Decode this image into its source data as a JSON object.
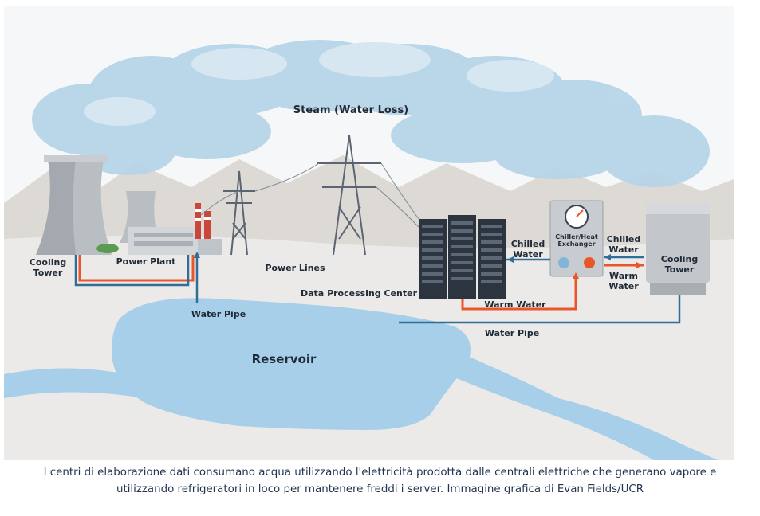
{
  "diagram": {
    "labels": {
      "steam": "Steam (Water Loss)",
      "cooling_tower_left": [
        "Cooling",
        "Tower"
      ],
      "power_plant": "Power Plant",
      "power_lines": "Power Lines",
      "data_processing_center": "Data Processing Center",
      "chilled_water_left": [
        "Chilled",
        "Water"
      ],
      "chiller": [
        "Chiller/Heat",
        "Exchanger"
      ],
      "chilled_water_right": [
        "Chilled",
        "Water"
      ],
      "cooling_tower_right": [
        "Cooling",
        "Tower"
      ],
      "warm_water_right": [
        "Warm",
        "Water"
      ],
      "warm_water_bottom": "Warm Water",
      "water_pipe_left": "Water Pipe",
      "water_pipe_right": "Water Pipe",
      "reservoir": "Reservoir"
    },
    "colors": {
      "sky": "#f6f7f8",
      "steam": "#a9cde3",
      "mountain": "#d9d7d4",
      "ground": "#e9e8e7",
      "reservoir": "#a7cfea",
      "hot_pipe": "#e8562a",
      "cold_pipe": "#2f6e98",
      "tower": "#b9bec3"
    },
    "icons": [
      "cooling-tower-icon",
      "power-plant-icon",
      "transmission-tower-icon",
      "server-rack-icon",
      "chiller-gauge-icon"
    ]
  },
  "caption": {
    "line1": "I centri di elaborazione dati consumano acqua utilizzando l'elettricità prodotta dalle centrali elettriche che generano vapore e",
    "line2": "utilizzando refrigeratori in loco per mantenere freddi i server. Immagine grafica di Evan Fields/UCR"
  }
}
